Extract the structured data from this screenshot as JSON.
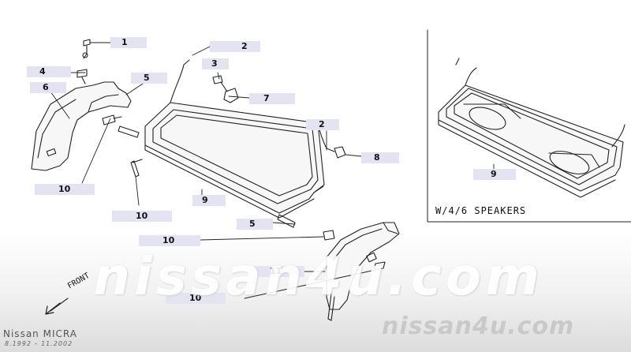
{
  "diagram": {
    "footer": {
      "model": "Nissan MICRA",
      "dates": "8.1992 – 11.2002"
    },
    "watermark": {
      "main": "nissan4u.com",
      "corner": "nissan4u.com"
    },
    "inset_caption": "W/4/6 SPEAKERS",
    "front_label": "FRONT",
    "callouts": {
      "c1": "1",
      "c2a": "2",
      "c2b": "2",
      "c3": "3",
      "c4": "4",
      "c5a": "5",
      "c5b": "5",
      "c6": "6",
      "c7": "7",
      "c8": "8",
      "c9a": "9",
      "c9b": "9",
      "c10a": "10",
      "c10b": "10",
      "c10c": "10",
      "c10d": "10",
      "c11": "11"
    }
  }
}
